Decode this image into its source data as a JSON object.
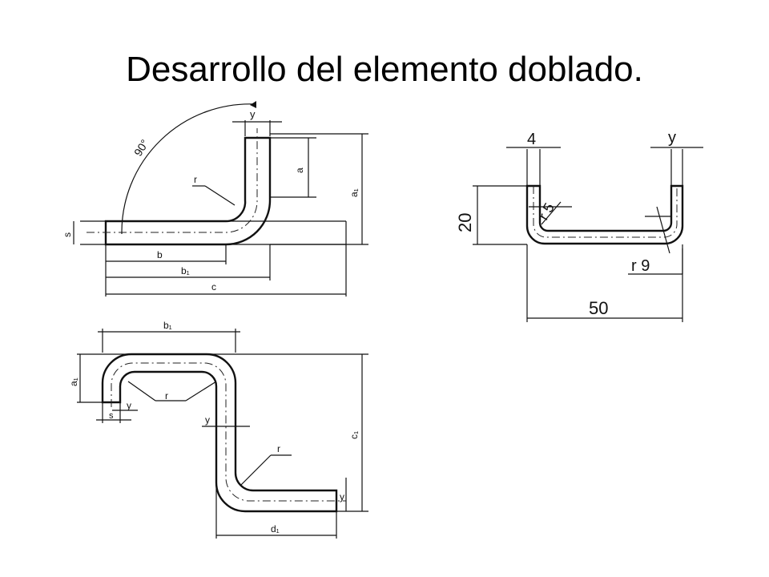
{
  "slide": {
    "title": "Desarrollo del elemento doblado."
  },
  "figure1": {
    "angle_label": "90°",
    "labels": {
      "y": "y",
      "a": "a",
      "a1": "a₁",
      "r": "r",
      "s": "s",
      "b": "b",
      "b1": "b₁",
      "c": "c"
    }
  },
  "figure2": {
    "labels": {
      "thickness": "4",
      "y": "y",
      "height": "20",
      "inner_radius": "r 5",
      "outer_radius": "r 9",
      "width": "50"
    }
  },
  "figure3": {
    "labels": {
      "b1": "b₁",
      "a1": "a₁",
      "r_top": "r",
      "y_left": "y",
      "s": "s",
      "y_mid": "y",
      "c1": "c₁",
      "r_bottom": "r",
      "y_right": "y",
      "d1": "d₁"
    }
  }
}
